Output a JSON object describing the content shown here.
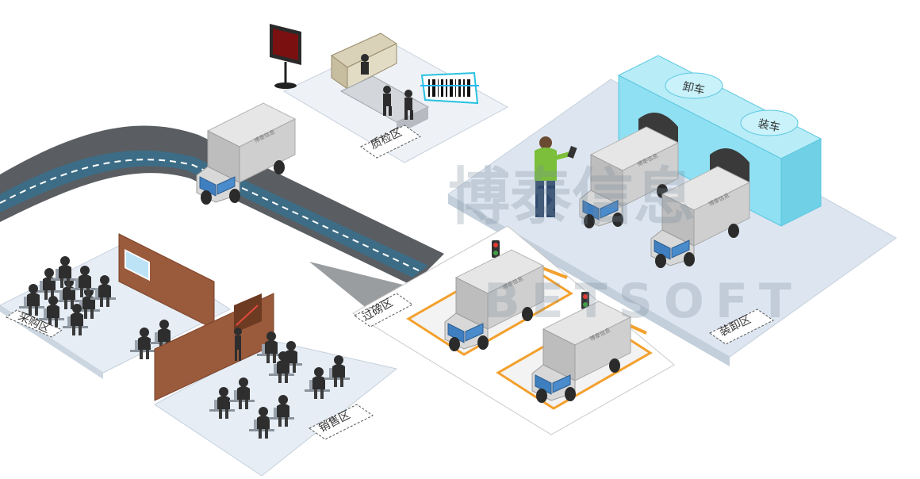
{
  "watermark": {
    "cn": "博泰信息",
    "en": "BETSOFT"
  },
  "zones": {
    "quality": "质检区",
    "weighing": "过磅区",
    "loading": "装卸区",
    "purchasing": "采购区",
    "sales": "销售区"
  },
  "docks": {
    "unload": "卸车",
    "load": "装车"
  },
  "truck_logo_text": "博泰信息",
  "colors": {
    "road_dark": "#55585c",
    "road_water": "#3d6d86",
    "platform": "#dfe8f2",
    "dock": "#8fe0f2",
    "brick": "#9a5a3c",
    "barrier": "#f3a02d"
  }
}
